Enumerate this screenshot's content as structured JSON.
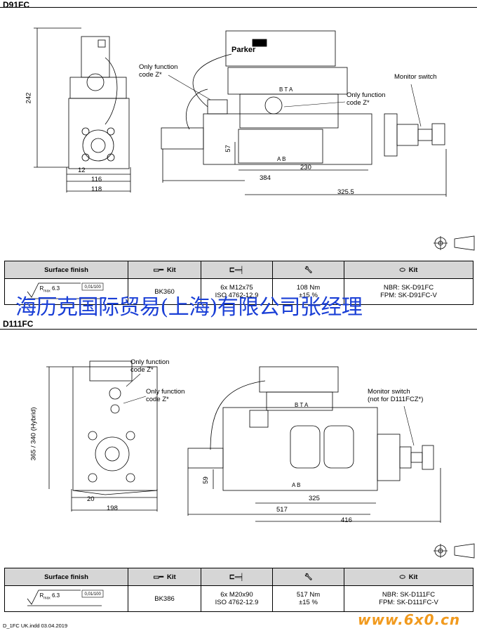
{
  "sections": [
    {
      "title": "D91FC",
      "labels": {
        "only_fn_1": [
          "Only function",
          "code Z*"
        ],
        "only_fn_2": [
          "Only function",
          "code Z*"
        ],
        "monitor": [
          "Monitor switch"
        ],
        "ports_top": "B T A",
        "ports_bottom": "A   B"
      },
      "dims": {
        "height": "242",
        "d12": "12",
        "d116": "116",
        "d118": "118",
        "d57": "57",
        "d230": "230",
        "d384": "384",
        "d3255": "325.5"
      },
      "table": {
        "headers": [
          "Surface finish",
          "Kit",
          "",
          "",
          "Kit"
        ],
        "roughness": {
          "ra": "R",
          "sub": "max",
          "value": "6.3",
          "flatness": "0,01/100"
        },
        "kit": "BK360",
        "bolts": [
          "6x M12x75",
          "ISO 4762-12.9"
        ],
        "torque": [
          "108 Nm",
          "±15 %"
        ],
        "seals": [
          "NBR: SK-D91FC",
          "FPM: SK-D91FC-V"
        ]
      }
    },
    {
      "title": "D111FC",
      "labels": {
        "only_fn_1": [
          "Only function",
          "code Z*"
        ],
        "only_fn_2": [
          "Only function",
          "code Z*"
        ],
        "monitor": [
          "Monitor switch",
          "(not for D111FCZ*)"
        ],
        "ports_top": "B T A",
        "ports_bottom": "A   B"
      },
      "dims": {
        "height": "365 / 340 (Hybrid)",
        "d20": "20",
        "d198": "198",
        "d59": "59",
        "d325": "325",
        "d517": "517",
        "d416": "416"
      },
      "table": {
        "headers": [
          "Surface finish",
          "Kit",
          "",
          "",
          "Kit"
        ],
        "roughness": {
          "ra": "R",
          "sub": "max",
          "value": "6.3",
          "flatness": "0,01/100"
        },
        "kit": "BK386",
        "bolts": [
          "6x M20x90",
          "ISO 4762-12.9"
        ],
        "torque": [
          "517 Nm",
          "±15 %"
        ],
        "seals": [
          "NBR: SK-D111FC",
          "FPM: SK-D111FC-V"
        ]
      }
    }
  ],
  "brand": "Parker",
  "watermark": "海历克国际贸易(上海)有限公司张经理",
  "footer": "D_1FC UK.indd 03.04.2019",
  "logo": "www.6x0.cn",
  "colors": {
    "watermark": "#1a3fd6",
    "logo": "#f19a1e",
    "header_bg": "#d6d6d6"
  }
}
